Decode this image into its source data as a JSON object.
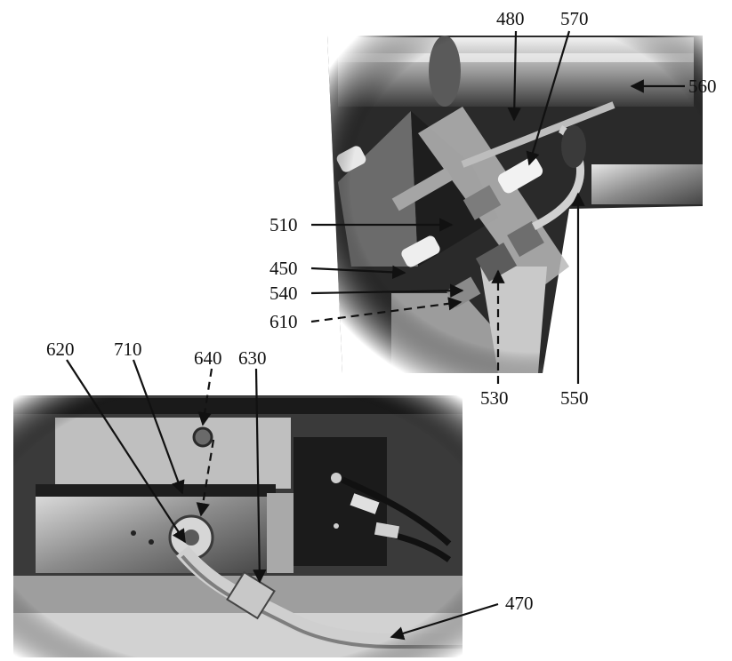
{
  "figure": {
    "top_photo": {
      "labels": [
        {
          "id": "480",
          "text": "480",
          "leader": "solid"
        },
        {
          "id": "570",
          "text": "570",
          "leader": "solid"
        },
        {
          "id": "560",
          "text": "560",
          "leader": "solid"
        },
        {
          "id": "510",
          "text": "510",
          "leader": "solid"
        },
        {
          "id": "450",
          "text": "450",
          "leader": "solid"
        },
        {
          "id": "540",
          "text": "540",
          "leader": "solid"
        },
        {
          "id": "610",
          "text": "610",
          "leader": "dashed"
        },
        {
          "id": "530",
          "text": "530",
          "leader": "dashed"
        },
        {
          "id": "550",
          "text": "550",
          "leader": "solid"
        }
      ]
    },
    "bottom_photo": {
      "labels": [
        {
          "id": "620",
          "text": "620",
          "leader": "solid"
        },
        {
          "id": "710",
          "text": "710",
          "leader": "solid"
        },
        {
          "id": "640",
          "text": "640",
          "leader": "dashed"
        },
        {
          "id": "630",
          "text": "630",
          "leader": "solid"
        },
        {
          "id": "470",
          "text": "470",
          "leader": "solid"
        }
      ]
    },
    "colors": {
      "ink": "#111111",
      "photo_dark": "#1c1c1c",
      "photo_mid": "#7a7a7a",
      "photo_light": "#d8d8d8",
      "background": "#ffffff"
    }
  }
}
